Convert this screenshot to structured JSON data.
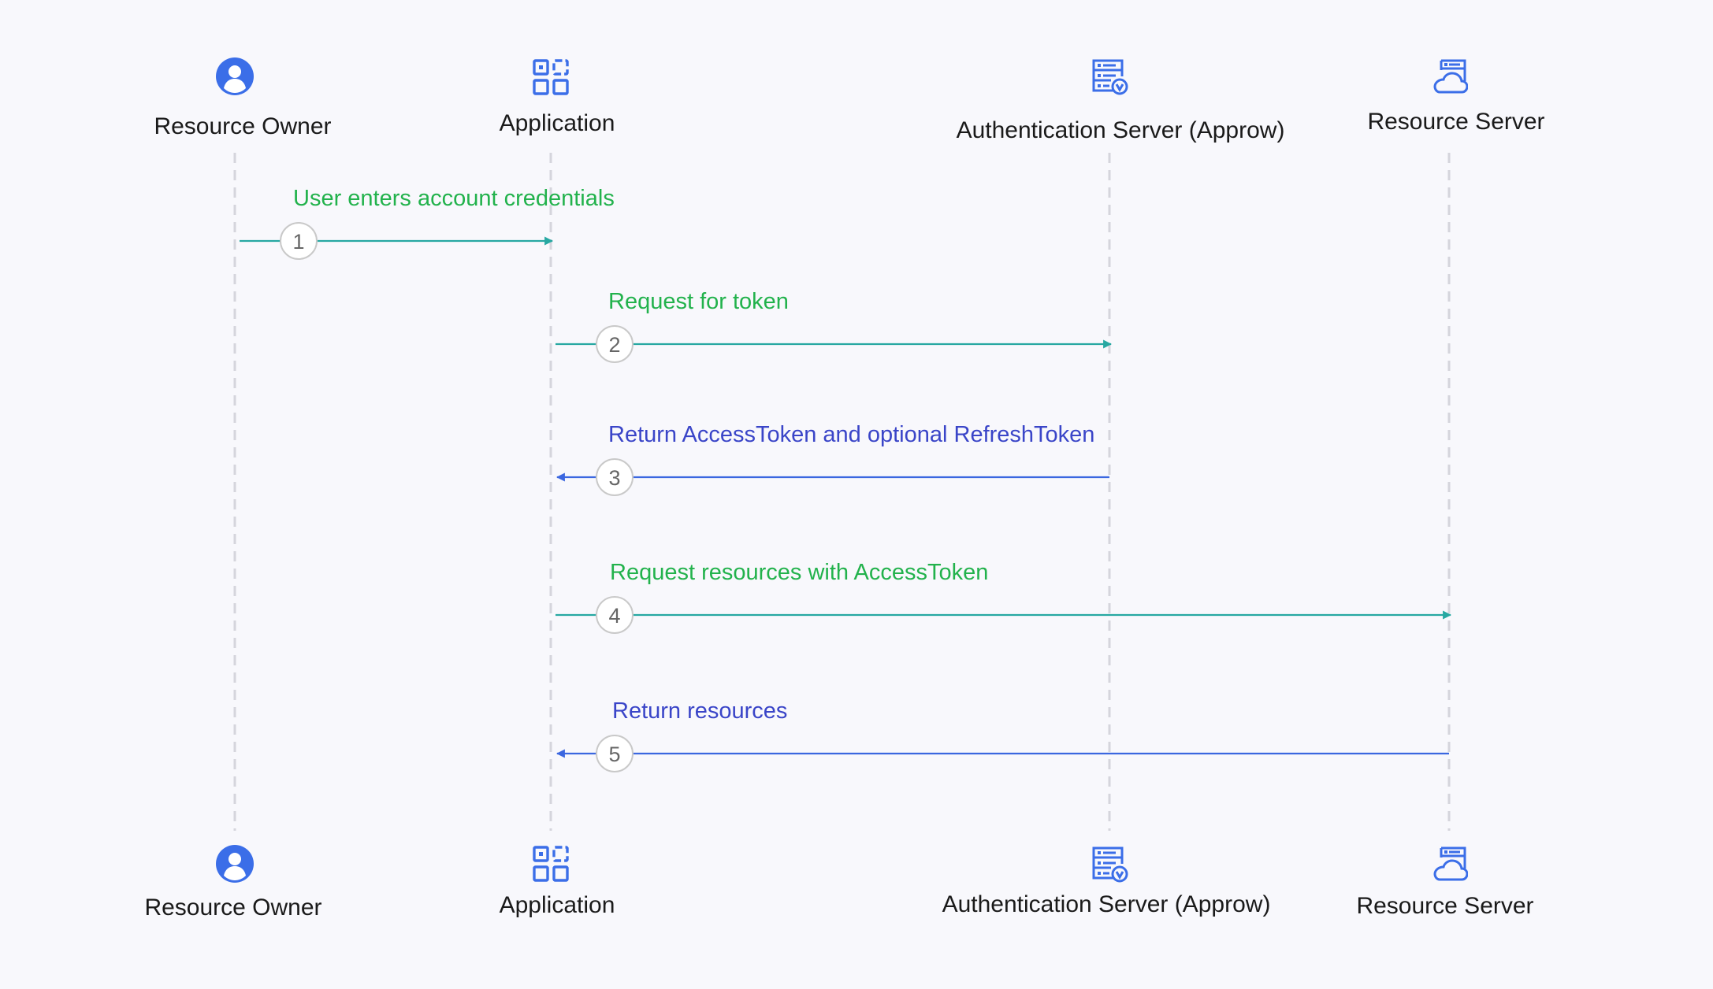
{
  "colors": {
    "background": "#f8f8fc",
    "icon": "#3b6ee8",
    "lifeline": "#d5d5dc",
    "request_arrow": "#27a8a2",
    "request_text": "#22b24c",
    "response_arrow": "#3b67e0",
    "response_text": "#3a45c8",
    "step_circle_stroke": "#c9c9c9",
    "step_number": "#666666"
  },
  "actors": [
    {
      "id": "owner",
      "label": "Resource Owner",
      "icon": "user-icon"
    },
    {
      "id": "app",
      "label": "Application",
      "icon": "app-grid-icon"
    },
    {
      "id": "auth",
      "label": "Authentication Server (Approw)",
      "icon": "server-check-icon"
    },
    {
      "id": "resource",
      "label": "Resource Server",
      "icon": "cloud-server-icon"
    }
  ],
  "messages": [
    {
      "step": "1",
      "label": "User enters account credentials",
      "from": "owner",
      "to": "app",
      "kind": "request"
    },
    {
      "step": "2",
      "label": "Request for token",
      "from": "app",
      "to": "auth",
      "kind": "request"
    },
    {
      "step": "3",
      "label": "Return AccessToken and optional RefreshToken",
      "from": "auth",
      "to": "app",
      "kind": "response"
    },
    {
      "step": "4",
      "label": "Request resources with AccessToken",
      "from": "app",
      "to": "resource",
      "kind": "request"
    },
    {
      "step": "5",
      "label": "Return resources",
      "from": "resource",
      "to": "app",
      "kind": "response"
    }
  ]
}
